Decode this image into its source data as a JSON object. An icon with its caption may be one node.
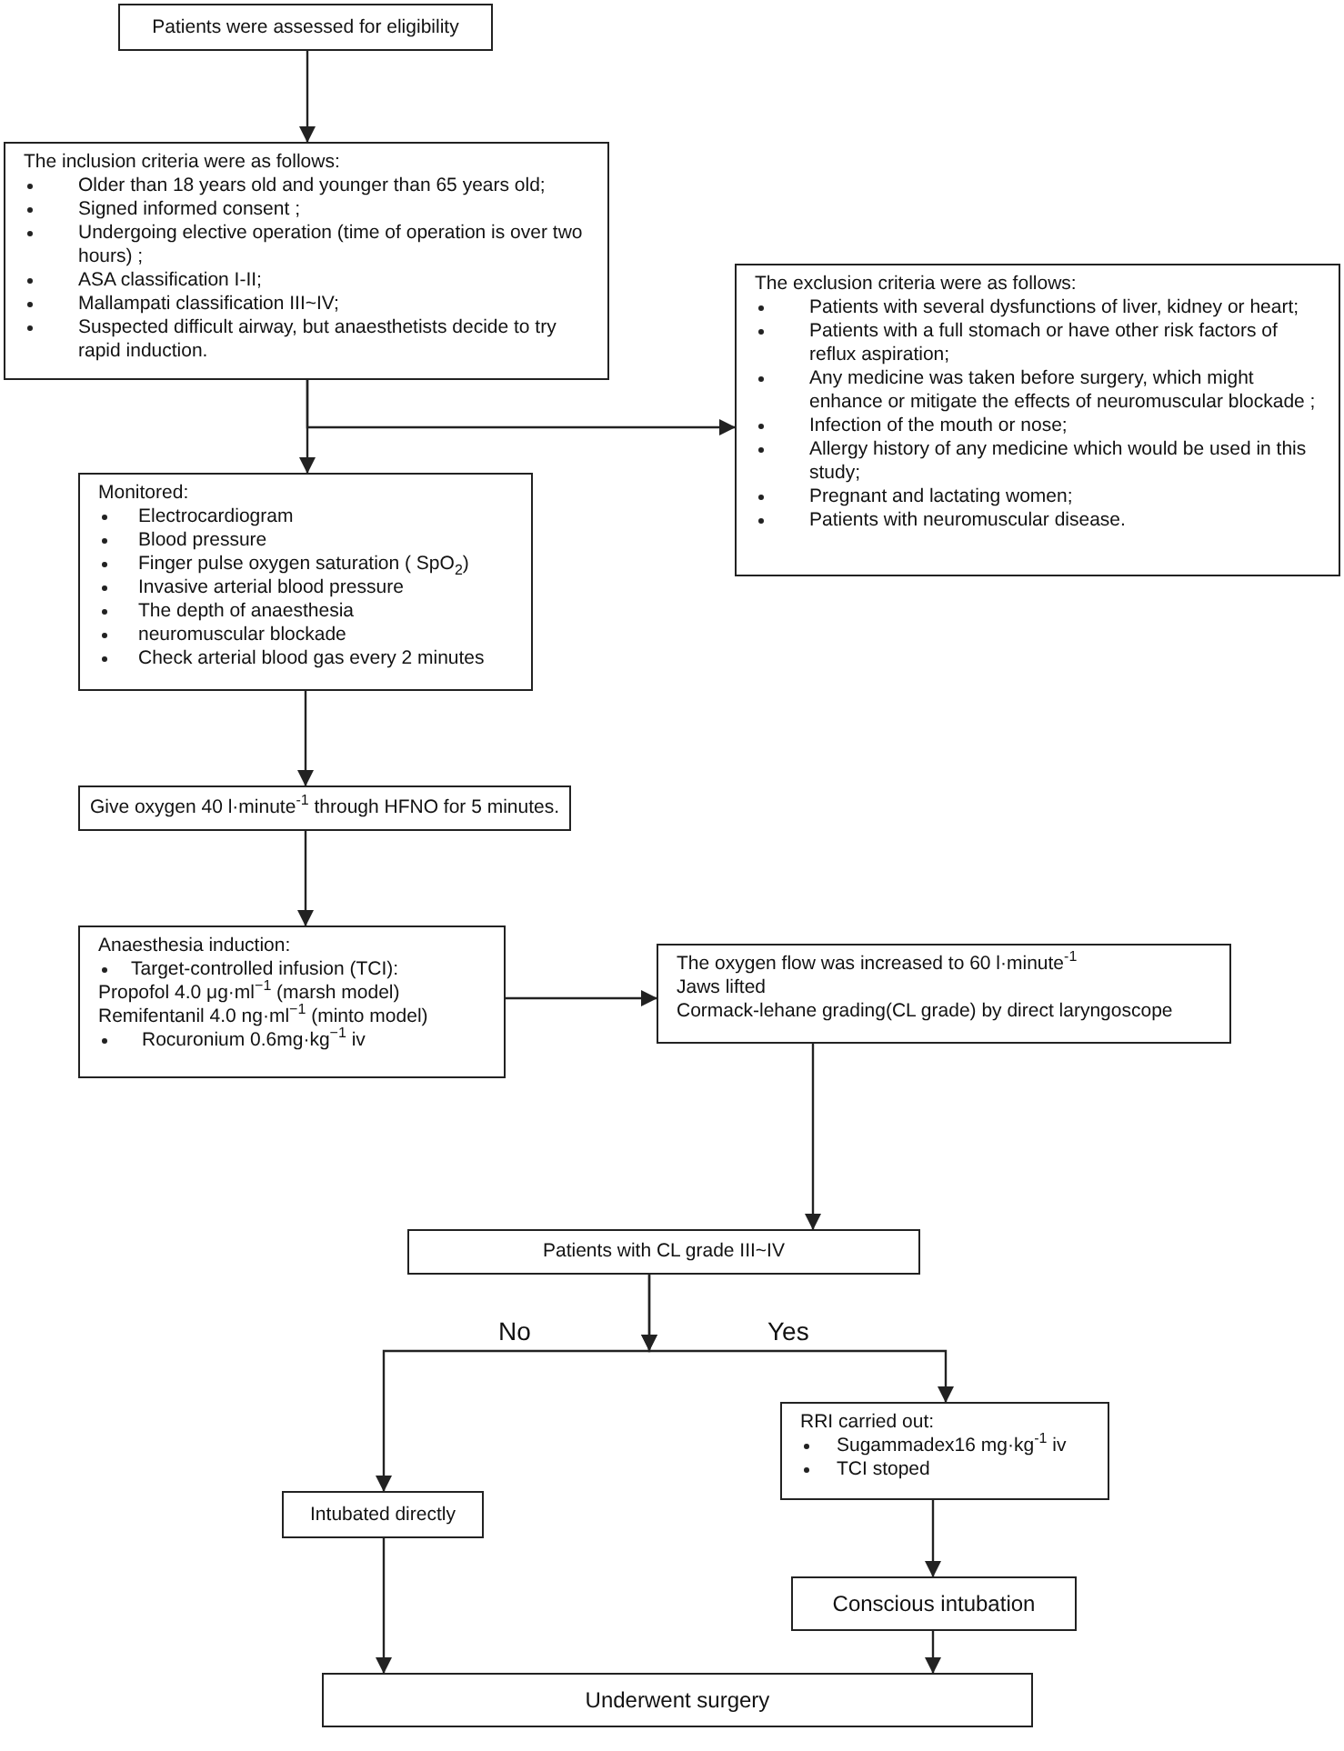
{
  "diagram": {
    "nodes": [
      {
        "text": [
          "Patients were assessed for eligibility"
        ]
      },
      {
        "text": [
          "The inclusion criteria were as follows:",
          "Older than 18 years old and younger than 65 years old;",
          "Signed informed consent ;",
          "Undergoing elective operation (time of operation is over two hours) ;",
          "ASA classification I-II;",
          "Mallampati classification III~IV;",
          "Suspected difficult airway, but anaesthetists decide to try rapid induction."
        ]
      },
      {
        "text": [
          "The exclusion criteria were as follows:",
          "Patients with several dysfunctions of liver, kidney or heart;",
          "Patients with a full stomach or have other risk factors of reflux aspiration;",
          "Any medicine was taken before surgery, which might enhance or mitigate the effects of neuromuscular blockade ;",
          "Infection of the mouth or nose;",
          "Allergy history of any medicine which would be used in this study;",
          "Pregnant and lactating women;",
          "Patients with neuromuscular disease."
        ]
      },
      {
        "text": [
          "Monitored:",
          "Electrocardiogram",
          "Blood pressure",
          "Finger pulse oxygen saturation ( SpO$_{2}$)",
          "Invasive arterial blood pressure",
          "The depth of anaesthesia",
          "neuromuscular blockade",
          "Check arterial blood gas every 2 minutes"
        ]
      },
      {
        "text": [
          "Give oxygen 40 l·minute$^{-1}$ through HFNO for 5 minutes."
        ]
      },
      {
        "text": [
          "Anaesthesia induction:",
          "Target-controlled infusion (TCI):",
          "Propofol 4.0 μg·ml$^{−1}$ (marsh model)",
          "Remifentanil 4.0 ng·ml$^{−1}$ (minto model)",
          "Rocuronium 0.6mg·kg$^{−1}$ iv"
        ]
      },
      {
        "text": [
          "The oxygen flow was increased to 60 l·minute$^{-1}$",
          "Jaws lifted",
          "Cormack-lehane grading(CL grade) by direct laryngoscope"
        ]
      },
      {
        "text": [
          "Patients with CL grade III~IV"
        ]
      },
      {
        "text": [
          "Intubated directly"
        ]
      },
      {
        "text": [
          "RRI carried out:",
          "Sugammadex16 mg·kg$^{-1}$ iv",
          "TCI stoped"
        ]
      },
      {
        "text": [
          "Conscious intubation"
        ]
      },
      {
        "text": [
          "Underwent surgery"
        ]
      }
    ],
    "edges": [
      {
        "from": 0,
        "to": 1,
        "arrow": "to"
      },
      {
        "from": 1,
        "to": 2,
        "arrow": "to"
      },
      {
        "from": 1,
        "to": 3,
        "arrow": "to"
      },
      {
        "from": 3,
        "to": 4,
        "arrow": "to"
      },
      {
        "from": 4,
        "to": 5,
        "arrow": "to"
      },
      {
        "from": 5,
        "to": 6,
        "arrow": "to"
      },
      {
        "from": 6,
        "to": 7,
        "arrow": "to"
      },
      {
        "from": 7,
        "to": 8,
        "arrow": "to",
        "label": "No"
      },
      {
        "from": 7,
        "to": 9,
        "arrow": "to",
        "label": "Yes"
      },
      {
        "from": 9,
        "to": 10,
        "arrow": "to"
      },
      {
        "from": 8,
        "to": 11,
        "arrow": "to"
      },
      {
        "from": 10,
        "to": 11,
        "arrow": "to"
      }
    ]
  }
}
